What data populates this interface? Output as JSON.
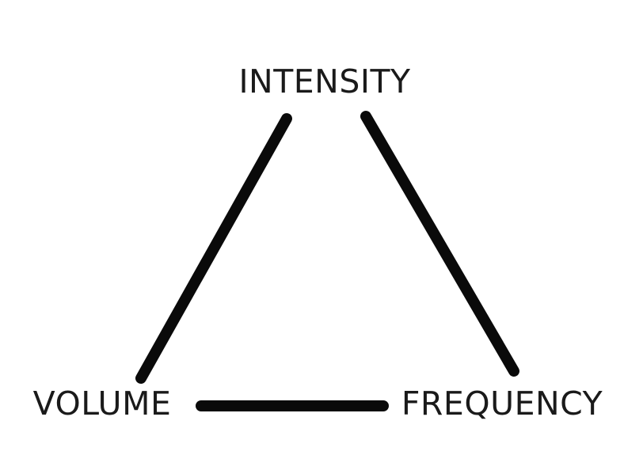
{
  "diagram": {
    "nodes": {
      "top": "INTENSITY",
      "bottom_left": "VOLUME",
      "bottom_right": "FREQUENCY"
    },
    "edges": [
      {
        "from": "VOLUME",
        "to": "INTENSITY"
      },
      {
        "from": "INTENSITY",
        "to": "FREQUENCY"
      },
      {
        "from": "VOLUME",
        "to": "FREQUENCY"
      }
    ],
    "colors": {
      "line": "#0a0a0a",
      "text": "#1a1a1a",
      "background": "#ffffff"
    }
  }
}
